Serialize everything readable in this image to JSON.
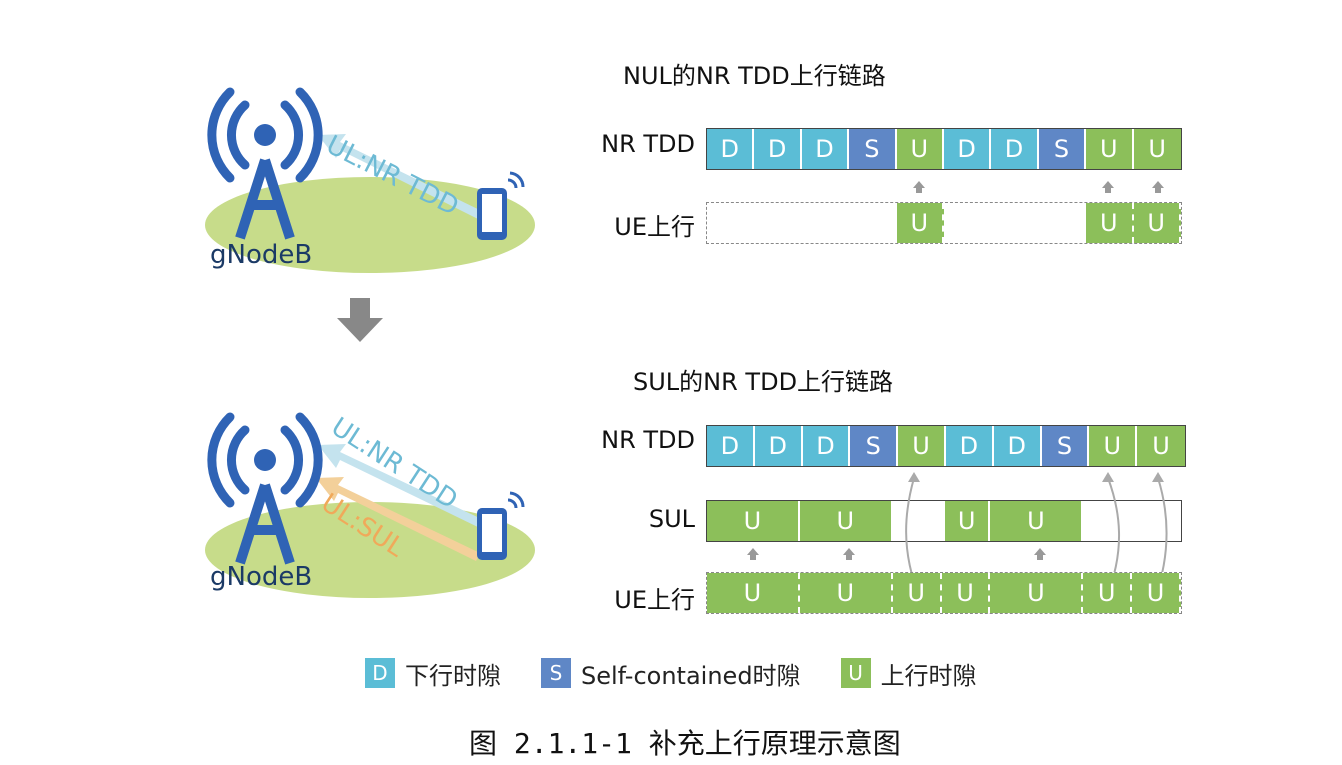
{
  "nul": {
    "title": "NUL的NR TDD上行链路",
    "nrtdd_label": "NR TDD",
    "ue_label": "UE上行",
    "nrtdd_slots": [
      "D",
      "D",
      "D",
      "S",
      "U",
      "D",
      "D",
      "S",
      "U",
      "U"
    ],
    "ue_slots": [
      "",
      "",
      "",
      "",
      "U",
      "",
      "",
      "",
      "U",
      "U"
    ]
  },
  "sul": {
    "title": "SUL的NR TDD上行链路",
    "nrtdd_label": "NR TDD",
    "sul_label": "SUL",
    "ue_label": "UE上行",
    "nrtdd_slots": [
      "D",
      "D",
      "D",
      "S",
      "U",
      "D",
      "D",
      "S",
      "U",
      "U"
    ],
    "sul_slots": [
      "U",
      "U",
      "",
      "U",
      "U",
      "",
      ""
    ],
    "ue_slots": [
      "U",
      "U",
      "U",
      "U",
      "U",
      "U",
      "U"
    ]
  },
  "left_top": {
    "link_label": "UL:NR TDD",
    "station_label": "gNodeB"
  },
  "left_bottom": {
    "link_label": "UL:NR TDD",
    "sul_label": "UL:SUL",
    "station_label": "gNodeB"
  },
  "legend": [
    {
      "symbol": "D",
      "text": "下行时隙",
      "color": "#5bbdd6"
    },
    {
      "symbol": "S",
      "text": "Self-contained时隙",
      "color": "#5f87c6"
    },
    {
      "symbol": "U",
      "text": "上行时隙",
      "color": "#8cbf5a"
    }
  ],
  "caption": "图 2.1.1-1 补充上行原理示意图",
  "colors": {
    "downlink": "#5bbdd6",
    "self_contained": "#5f87c6",
    "uplink": "#8cbf5a",
    "tower": "#2f63b5",
    "ground": "#c7dc8a"
  }
}
